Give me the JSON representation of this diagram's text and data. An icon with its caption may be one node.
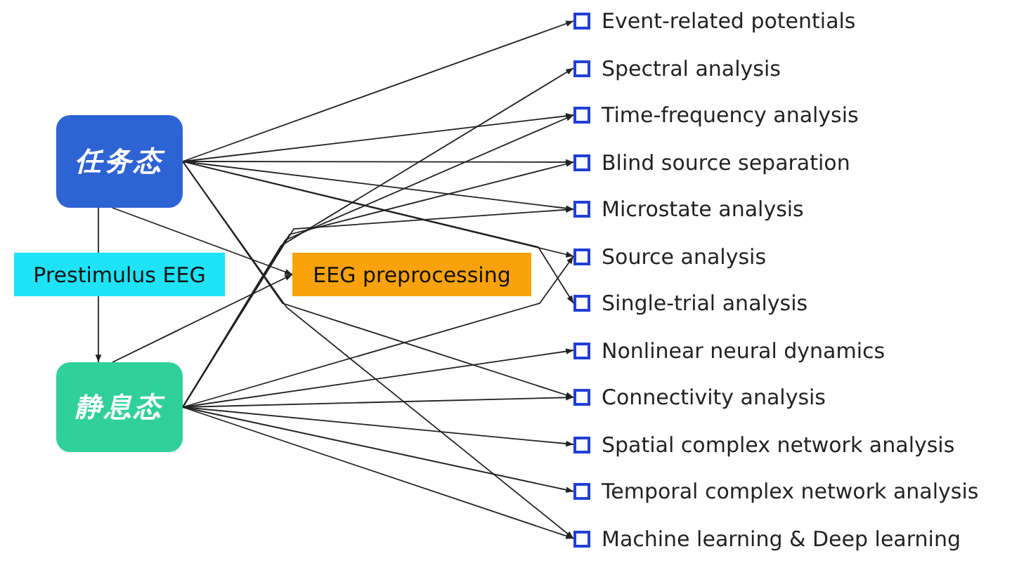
{
  "diagram": {
    "nodes": [
      {
        "text": [
          "任务态"
        ]
      },
      {
        "text": [
          "Prestimulus EEG"
        ]
      },
      {
        "text": [
          "静息态"
        ]
      },
      {
        "text": [
          "EEG preprocessing"
        ]
      },
      {
        "text": [
          "Event-related potentials"
        ]
      },
      {
        "text": [
          "Spectral analysis"
        ]
      },
      {
        "text": [
          "Time-frequency analysis"
        ]
      },
      {
        "text": [
          "Blind source separation"
        ]
      },
      {
        "text": [
          "Microstate analysis"
        ]
      },
      {
        "text": [
          "Source analysis"
        ]
      },
      {
        "text": [
          "Single-trial analysis"
        ]
      },
      {
        "text": [
          "Nonlinear neural dynamics"
        ]
      },
      {
        "text": [
          "Connectivity analysis"
        ]
      },
      {
        "text": [
          "Spatial complex network analysis"
        ]
      },
      {
        "text": [
          "Temporal complex network analysis"
        ]
      },
      {
        "text": [
          "Machine learning & Deep learning"
        ]
      }
    ],
    "edges": [
      {
        "from": 0,
        "to": 1,
        "arrow": "none"
      },
      {
        "from": 1,
        "to": 2,
        "arrow": "to"
      },
      {
        "from": 0,
        "to": 3,
        "arrow": "to"
      },
      {
        "from": 2,
        "to": 3,
        "arrow": "to"
      },
      {
        "from": 0,
        "to": 4,
        "arrow": "to"
      },
      {
        "from": 0,
        "to": 6,
        "arrow": "to"
      },
      {
        "from": 0,
        "to": 7,
        "arrow": "to"
      },
      {
        "from": 0,
        "to": 8,
        "arrow": "to"
      },
      {
        "from": 0,
        "to": 9,
        "arrow": "to"
      },
      {
        "from": 0,
        "to": 10,
        "arrow": "to"
      },
      {
        "from": 0,
        "to": 12,
        "arrow": "to"
      },
      {
        "from": 0,
        "to": 15,
        "arrow": "to"
      },
      {
        "from": 2,
        "to": 5,
        "arrow": "to"
      },
      {
        "from": 2,
        "to": 6,
        "arrow": "to"
      },
      {
        "from": 2,
        "to": 7,
        "arrow": "to"
      },
      {
        "from": 2,
        "to": 8,
        "arrow": "to"
      },
      {
        "from": 2,
        "to": 9,
        "arrow": "to"
      },
      {
        "from": 2,
        "to": 11,
        "arrow": "to"
      },
      {
        "from": 2,
        "to": 12,
        "arrow": "to"
      },
      {
        "from": 2,
        "to": 13,
        "arrow": "to"
      },
      {
        "from": 2,
        "to": 14,
        "arrow": "to"
      },
      {
        "from": 2,
        "to": 15,
        "arrow": "to"
      }
    ]
  }
}
